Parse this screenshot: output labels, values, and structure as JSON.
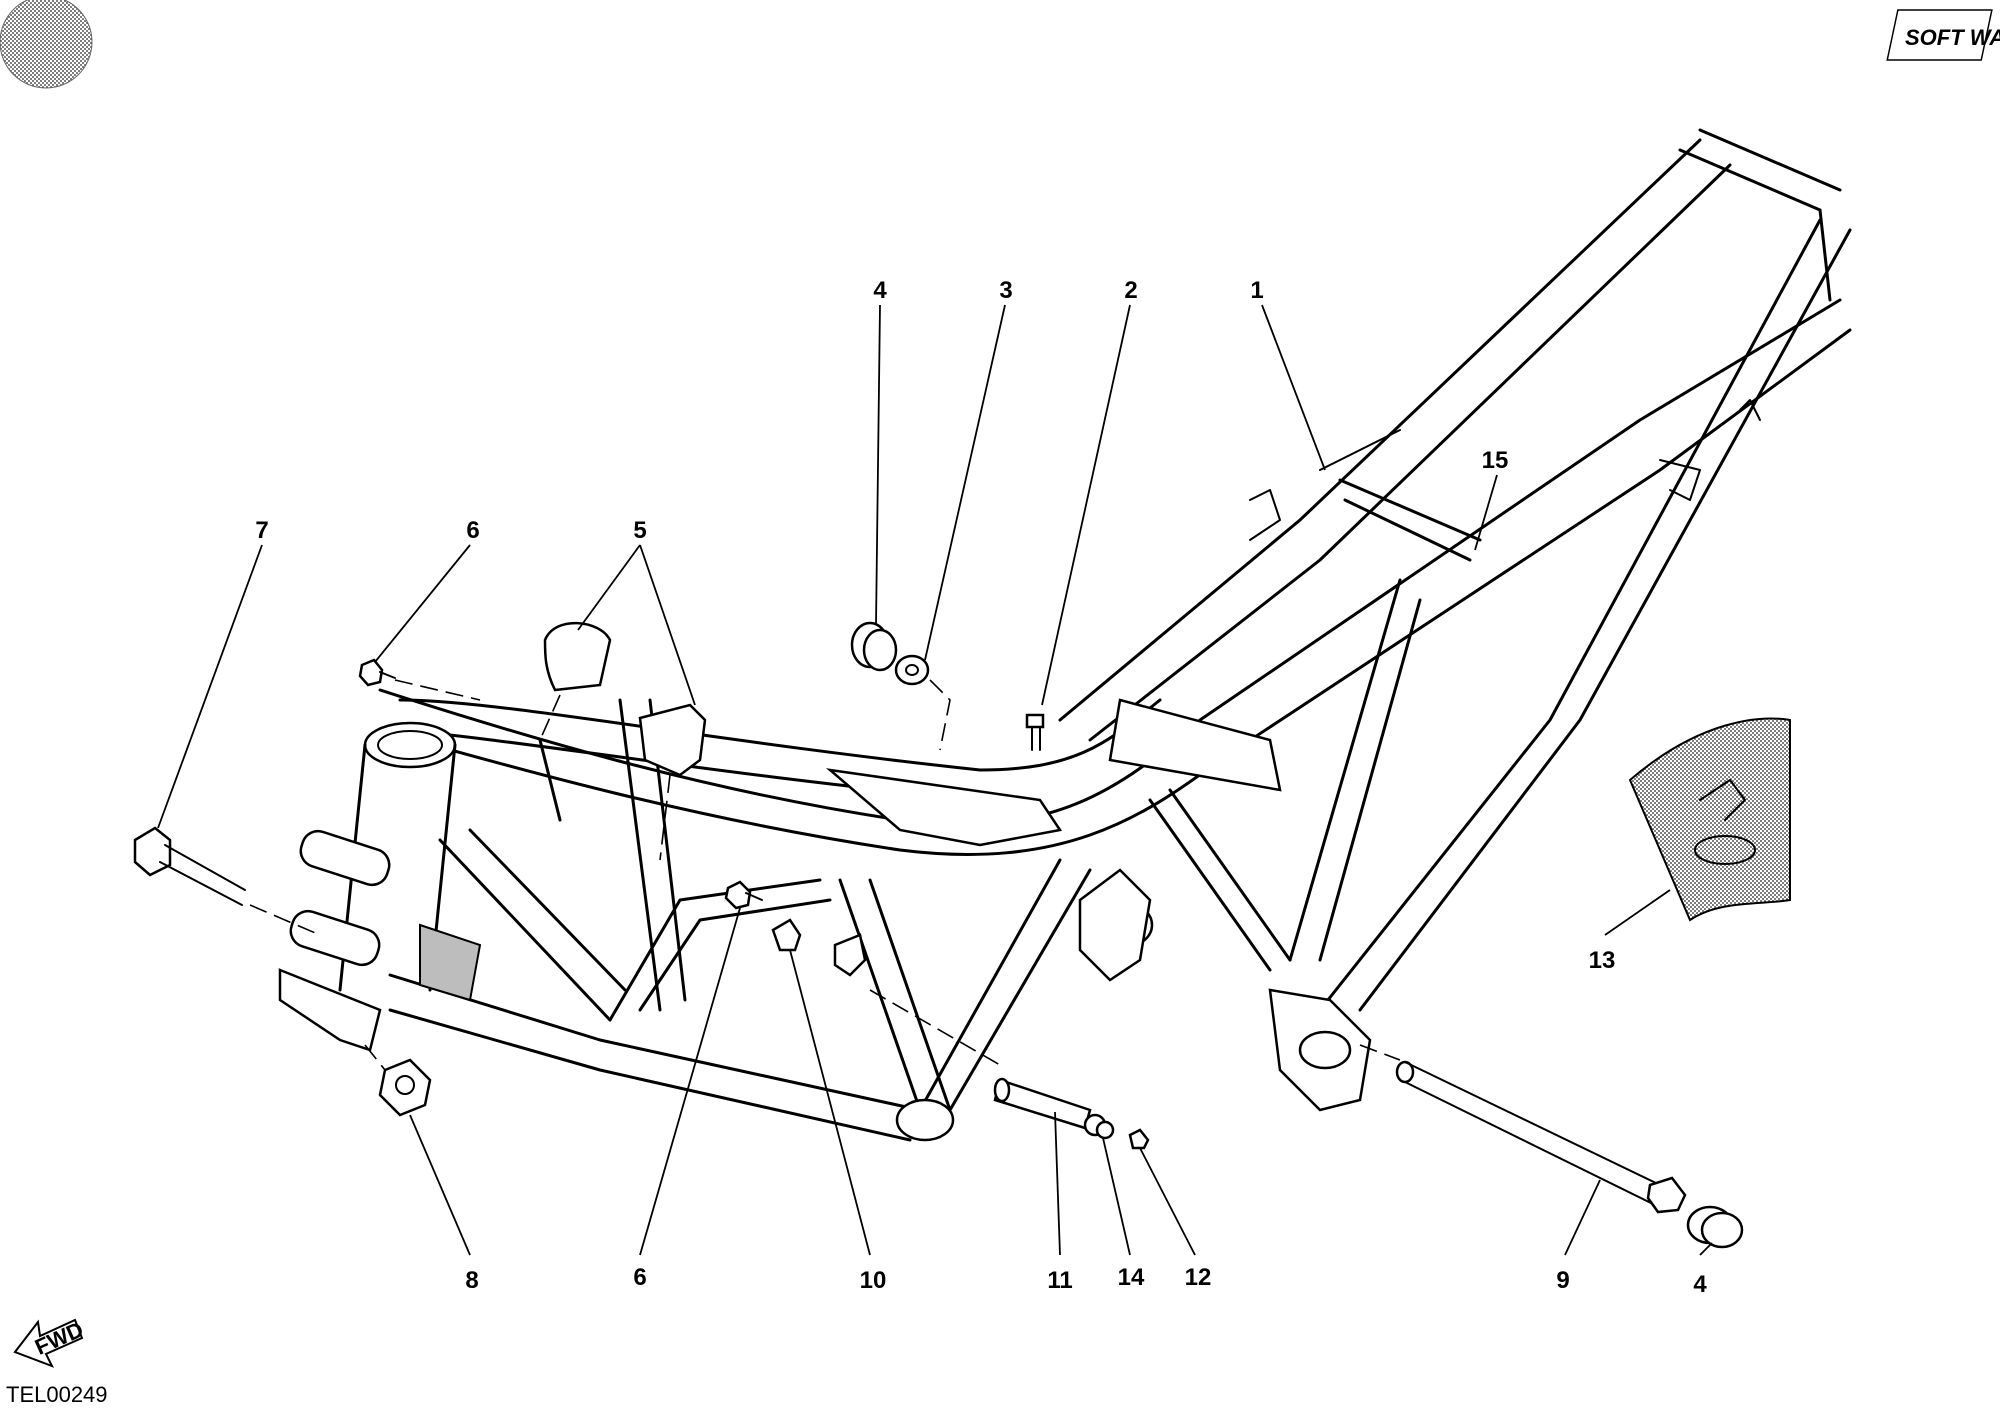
{
  "diagram": {
    "code": "TEL00249",
    "brand_logo_text": "SOFT WAY",
    "fwd_label": "FWD",
    "callouts": [
      {
        "id": "c1",
        "label": "1"
      },
      {
        "id": "c2",
        "label": "2"
      },
      {
        "id": "c3",
        "label": "3"
      },
      {
        "id": "c4a",
        "label": "4"
      },
      {
        "id": "c4b",
        "label": "4"
      },
      {
        "id": "c5",
        "label": "5"
      },
      {
        "id": "c6a",
        "label": "6"
      },
      {
        "id": "c6b",
        "label": "6"
      },
      {
        "id": "c7",
        "label": "7"
      },
      {
        "id": "c8",
        "label": "8"
      },
      {
        "id": "c9",
        "label": "9"
      },
      {
        "id": "c10",
        "label": "10"
      },
      {
        "id": "c11",
        "label": "11"
      },
      {
        "id": "c12",
        "label": "12"
      },
      {
        "id": "c13",
        "label": "13"
      },
      {
        "id": "c14",
        "label": "14"
      },
      {
        "id": "c15",
        "label": "15"
      }
    ]
  }
}
